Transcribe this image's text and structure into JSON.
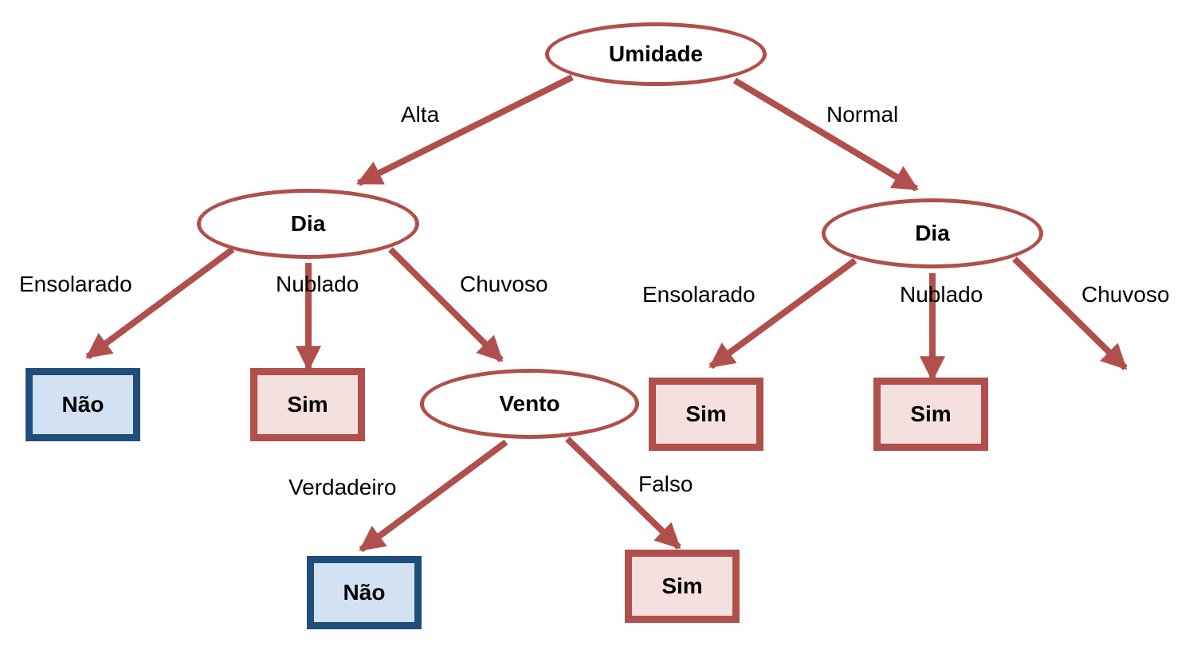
{
  "colors": {
    "edge": "#b04f4b",
    "decision_border": "#b04f4b",
    "leaf_sim_border": "#b04f4b",
    "leaf_sim_fill": "#f4e0df",
    "leaf_nao_border": "#1f4e7a",
    "leaf_nao_fill": "#d2e2f3"
  },
  "nodes": {
    "umidade": "Umidade",
    "dia_left": "Dia",
    "dia_right": "Dia",
    "vento": "Vento",
    "leaf_nao_1": "Não",
    "leaf_sim_1": "Sim",
    "leaf_sim_2": "Sim",
    "leaf_sim_3": "Sim",
    "leaf_nao_2": "Não",
    "leaf_sim_4": "Sim"
  },
  "edges": {
    "alta": "Alta",
    "normal": "Normal",
    "left_ensolarado": "Ensolarado",
    "left_nublado": "Nublado",
    "left_chuvoso": "Chuvoso",
    "right_ensolarado": "Ensolarado",
    "right_nublado": "Nublado",
    "right_chuvoso": "Chuvoso",
    "verdadeiro": "Verdadeiro",
    "falso": "Falso"
  }
}
